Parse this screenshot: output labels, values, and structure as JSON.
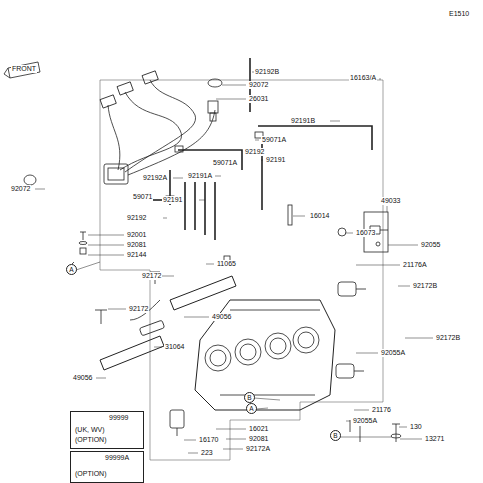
{
  "diagram": {
    "nodes": [
      {
        "text": [
          "A"
        ]
      },
      {
        "text": [
          "B"
        ]
      },
      {
        "text": [
          "A"
        ]
      },
      {
        "text": [
          "B"
        ]
      },
      {
        "text": [
          "99999",
          "(UK, WV)",
          "(OPTION)"
        ]
      },
      {
        "text": [
          "99999A",
          "(OPTION)"
        ]
      }
    ],
    "labels": [
      "FRONT",
      "E1510",
      "92192B",
      "16163/A",
      "92072",
      "26031",
      "92191B",
      "59071A",
      "92192",
      "92191",
      "59071A",
      "92192A",
      "92191A",
      "92072",
      "49033",
      "59071",
      "92191",
      "16014",
      "16073",
      "92055",
      "92192",
      "92001",
      "92081",
      "92144",
      "11065",
      "21176A",
      "92172B",
      "92172",
      "49056",
      "92172",
      "92172B",
      "92055A",
      "31064",
      "49056",
      "21176",
      "92055A",
      "16021",
      "130",
      "16170",
      "92081",
      "13271",
      "223",
      "92172A"
    ]
  }
}
